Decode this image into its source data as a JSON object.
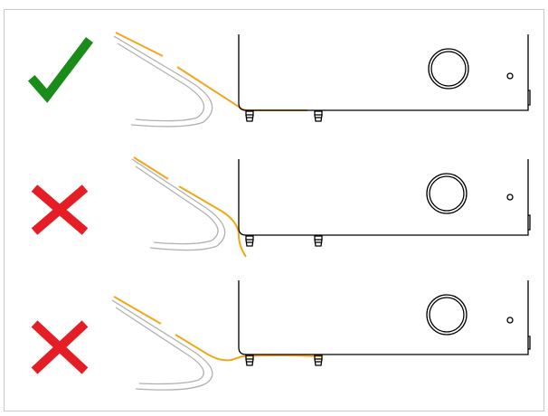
{
  "colors": {
    "frame": "#c8c8c8",
    "correct": "#1a8c1a",
    "incorrect": "#e51d24",
    "cable": "#f2a71b",
    "sheet": "#b0b0b0",
    "device": "#000000"
  },
  "icons": {
    "correct": "check-mark-icon",
    "incorrect": "cross-mark-icon"
  },
  "rows": [
    {
      "verdict": "correct",
      "cable_route": "flat-under-device"
    },
    {
      "verdict": "incorrect",
      "cable_route": "bent-down-at-edge"
    },
    {
      "verdict": "incorrect",
      "cable_route": "looped-below-feet"
    }
  ]
}
